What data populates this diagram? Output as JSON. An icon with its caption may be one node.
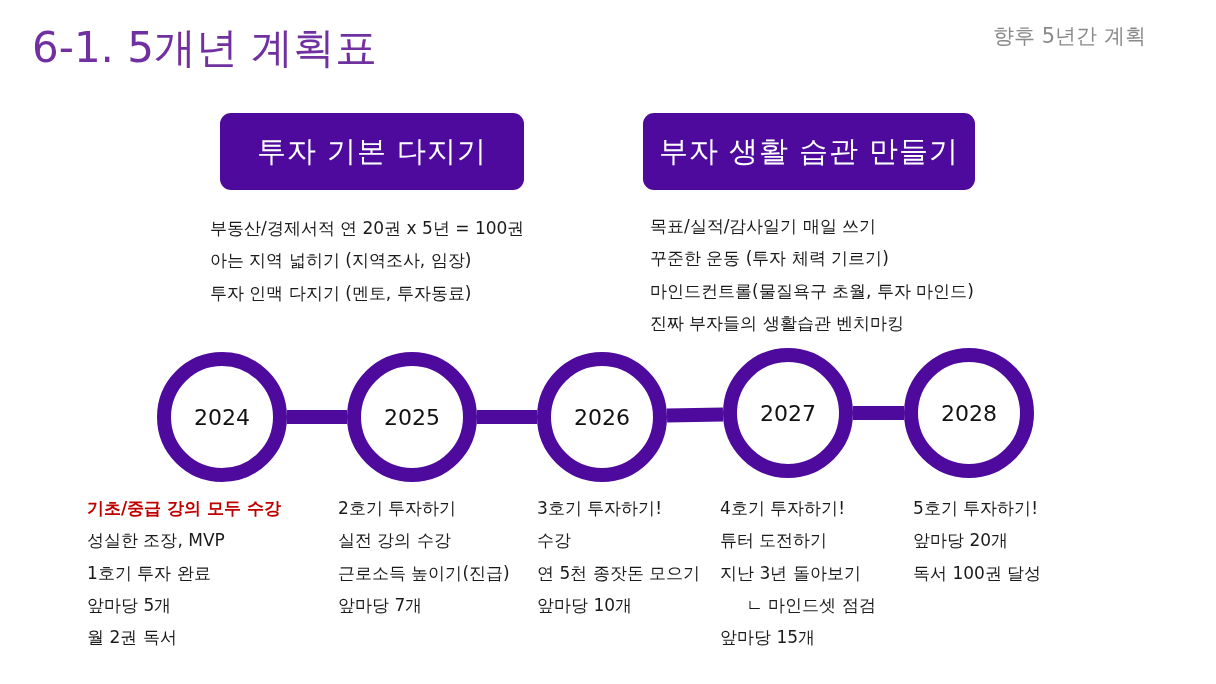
{
  "diagram": {
    "title": "6-1. 5개년 계획표",
    "nodes": [
      {
        "text": [
          "투자 기본 다지기"
        ],
        "beside": [
          "부동산/경제서적 연 20권 x 5년 = 100권",
          "아는 지역 넓히기 (지역조사, 임장)",
          "투자 인맥 다지기 (멘토, 투자동료)"
        ]
      },
      {
        "text": [
          "부자 생활 습관 만들기"
        ],
        "beside": [
          "목표/실적/감사일기 매일 쓰기",
          "꾸준한 운동 (투자 체력 기르기)",
          "마인드컨트롤(물질욕구 초월, 투자 마인드)",
          "진짜 부자들의 생활습관 벤치마킹"
        ]
      },
      {
        "text": [
          "2024"
        ],
        "beside": [
          "기초/중급 강의 모두 수강",
          "성실한 조장, MVP",
          "1호기 투자 완료",
          "앞마당 5개",
          "월 2권 독서"
        ]
      },
      {
        "text": [
          "2025"
        ],
        "beside": [
          "2호기 투자하기",
          "실전 강의 수강",
          "근로소득 높이기(진급)",
          "앞마당 7개"
        ]
      },
      {
        "text": [
          "2026"
        ],
        "beside": [
          "3호기 투자하기!",
          "수강",
          "연 5천 종잣돈 모으기",
          "앞마당 10개"
        ]
      },
      {
        "text": [
          "2027"
        ],
        "beside": [
          "4호기 투자하기!",
          "튜터 도전하기",
          "지난 3년 돌아보기",
          "ㄴ 마인드셋 점검",
          "앞마당 15개"
        ]
      },
      {
        "text": [
          "2028"
        ],
        "beside": [
          "5호기 투자하기!",
          "앞마당 20개",
          "독서 100권 달성"
        ]
      }
    ],
    "edges": [
      {
        "from": 2,
        "to": 3,
        "arrow": "none"
      },
      {
        "from": 3,
        "to": 4,
        "arrow": "none"
      },
      {
        "from": 4,
        "to": 5,
        "arrow": "none"
      },
      {
        "from": 5,
        "to": 6,
        "arrow": "none"
      }
    ],
    "labels": [
      "향후 5년간 계획"
    ]
  }
}
